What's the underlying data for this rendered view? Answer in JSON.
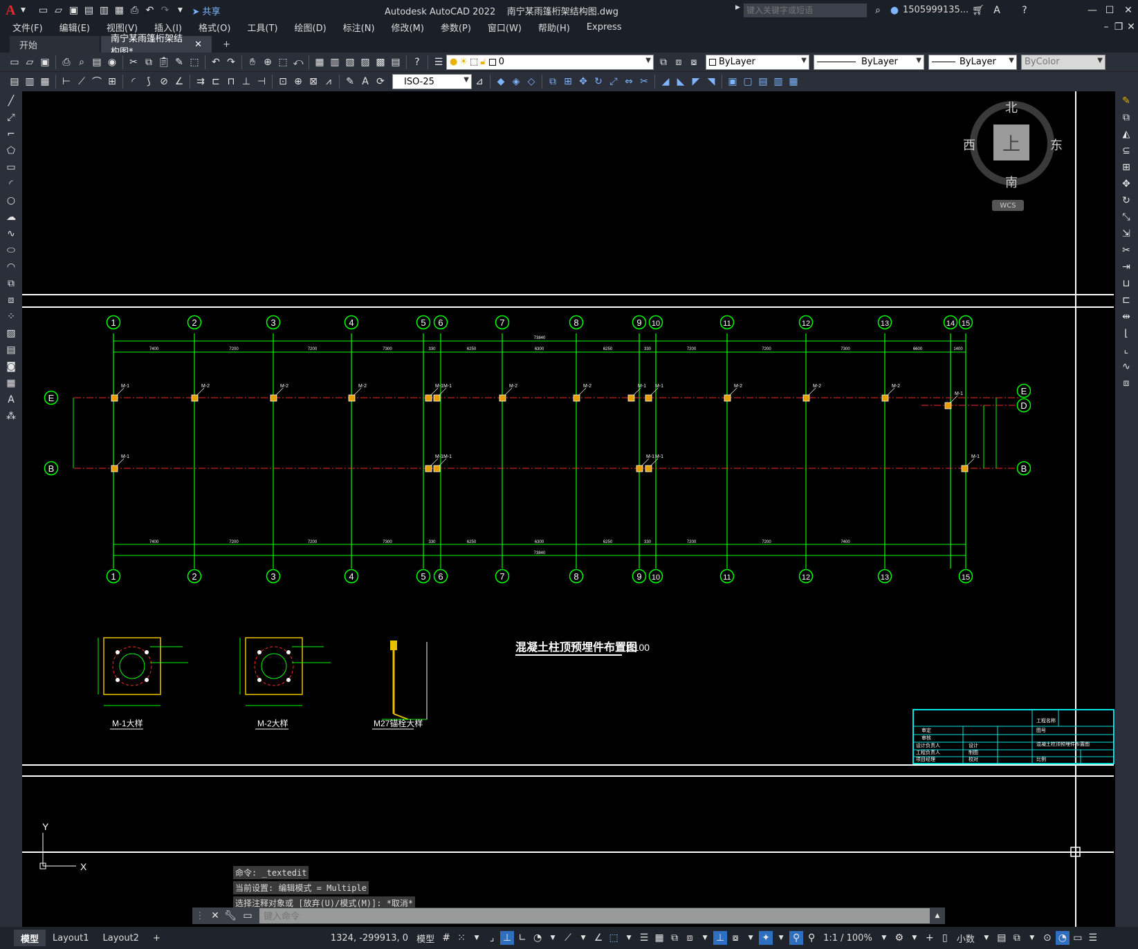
{
  "app": {
    "logo": "A",
    "title": "Autodesk AutoCAD 2022",
    "filename": "南宁某雨篷桁架结构图.dwg",
    "search_placeholder": "键入关键字或短语",
    "user": "1505999135...",
    "share": "共享"
  },
  "menu": [
    "文件(F)",
    "编辑(E)",
    "视图(V)",
    "插入(I)",
    "格式(O)",
    "工具(T)",
    "绘图(D)",
    "标注(N)",
    "修改(M)",
    "参数(P)",
    "窗口(W)",
    "帮助(H)",
    "Express"
  ],
  "tabs": {
    "start": "开始",
    "doc": "南宁某雨篷桁架结构图*",
    "add": "+"
  },
  "toolbar": {
    "layer": "0",
    "color": "ByLayer",
    "linetype": "ByLayer",
    "lineweight": "ByLayer",
    "plotstyle": "ByColor",
    "dimstyle": "ISO-25"
  },
  "viewcube": {
    "north": "北",
    "south": "南",
    "east": "东",
    "west": "西",
    "top": "上",
    "wcs": "WCS"
  },
  "ucs": {
    "x": "X",
    "y": "Y"
  },
  "drawing": {
    "grid_top": [
      "1",
      "2",
      "3",
      "4",
      "5",
      "6",
      "7",
      "8",
      "9",
      "10",
      "11",
      "12",
      "13",
      "14",
      "15"
    ],
    "grid_bottom": [
      "1",
      "2",
      "3",
      "4",
      "5",
      "6",
      "7",
      "8",
      "9",
      "10",
      "11",
      "12",
      "13",
      "15"
    ],
    "row_left": [
      "E",
      "B"
    ],
    "row_right": [
      "E",
      "D",
      "B"
    ],
    "dims_top": [
      "7400",
      "7200",
      "7200",
      "7300",
      "330",
      "6250",
      "6300",
      "6250",
      "330",
      "7200",
      "7200",
      "7300",
      "6600",
      "1400"
    ],
    "total_top": "73840",
    "dims_bottom": [
      "7400",
      "7200",
      "7200",
      "7300",
      "330",
      "6250",
      "6300",
      "6250",
      "330",
      "7200",
      "7200",
      "7400"
    ],
    "total_bottom": "73840",
    "embed_labels": [
      "M-1",
      "M-2",
      "M-2",
      "M-2",
      "M-1",
      "M-1",
      "M-2",
      "M-2",
      "M-1",
      "M-1",
      "M-2",
      "M-2",
      "M-2",
      "M-1"
    ],
    "title": "混凝土柱顶预埋件布置图",
    "scale": "1:100",
    "detail1": "M-1大样",
    "detail2": "M-2大样",
    "detail3": "M27锚栓大样",
    "titleblock": [
      "审定",
      "审核",
      "设计负责人",
      "工程负责人",
      "项目经理",
      "设计",
      "制图",
      "校对",
      "图号",
      "混凝土柱顶预埋件布置图",
      "工程名称",
      "比例"
    ]
  },
  "command": {
    "log": [
      "命令: _textedit",
      "当前设置: 编辑模式 = Multiple",
      "选择注释对象或 [放弃(U)/模式(M)]: *取消*"
    ],
    "placeholder": "键入命令"
  },
  "layouts": [
    "模型",
    "Layout1",
    "Layout2",
    "+"
  ],
  "status": {
    "coords": "1324, -299913, 0",
    "model": "模型",
    "scale": "1:1 / 100%",
    "units": "小数"
  }
}
